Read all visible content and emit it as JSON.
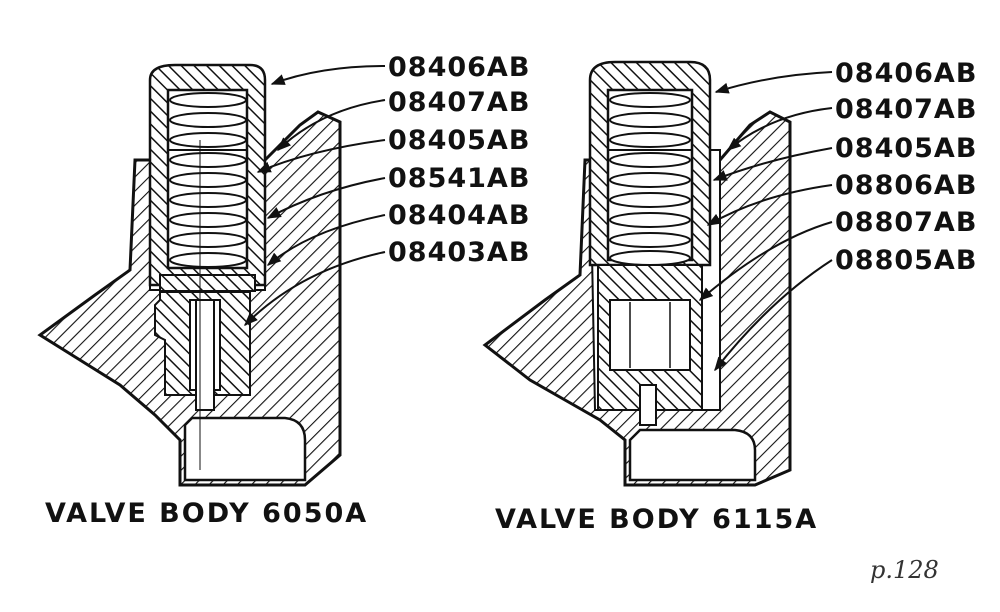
{
  "colors": {
    "ink": "#111111",
    "paper": "#ffffff"
  },
  "page_note": "p.128",
  "left": {
    "caption": "VALVE BODY 6050A",
    "parts": [
      "08406AB",
      "08407AB",
      "08405AB",
      "08541AB",
      "08404AB",
      "08403AB"
    ]
  },
  "right": {
    "caption": "VALVE BODY 6115A",
    "parts": [
      "08406AB",
      "08407AB",
      "08405AB",
      "08806AB",
      "08807AB",
      "08805AB"
    ]
  }
}
